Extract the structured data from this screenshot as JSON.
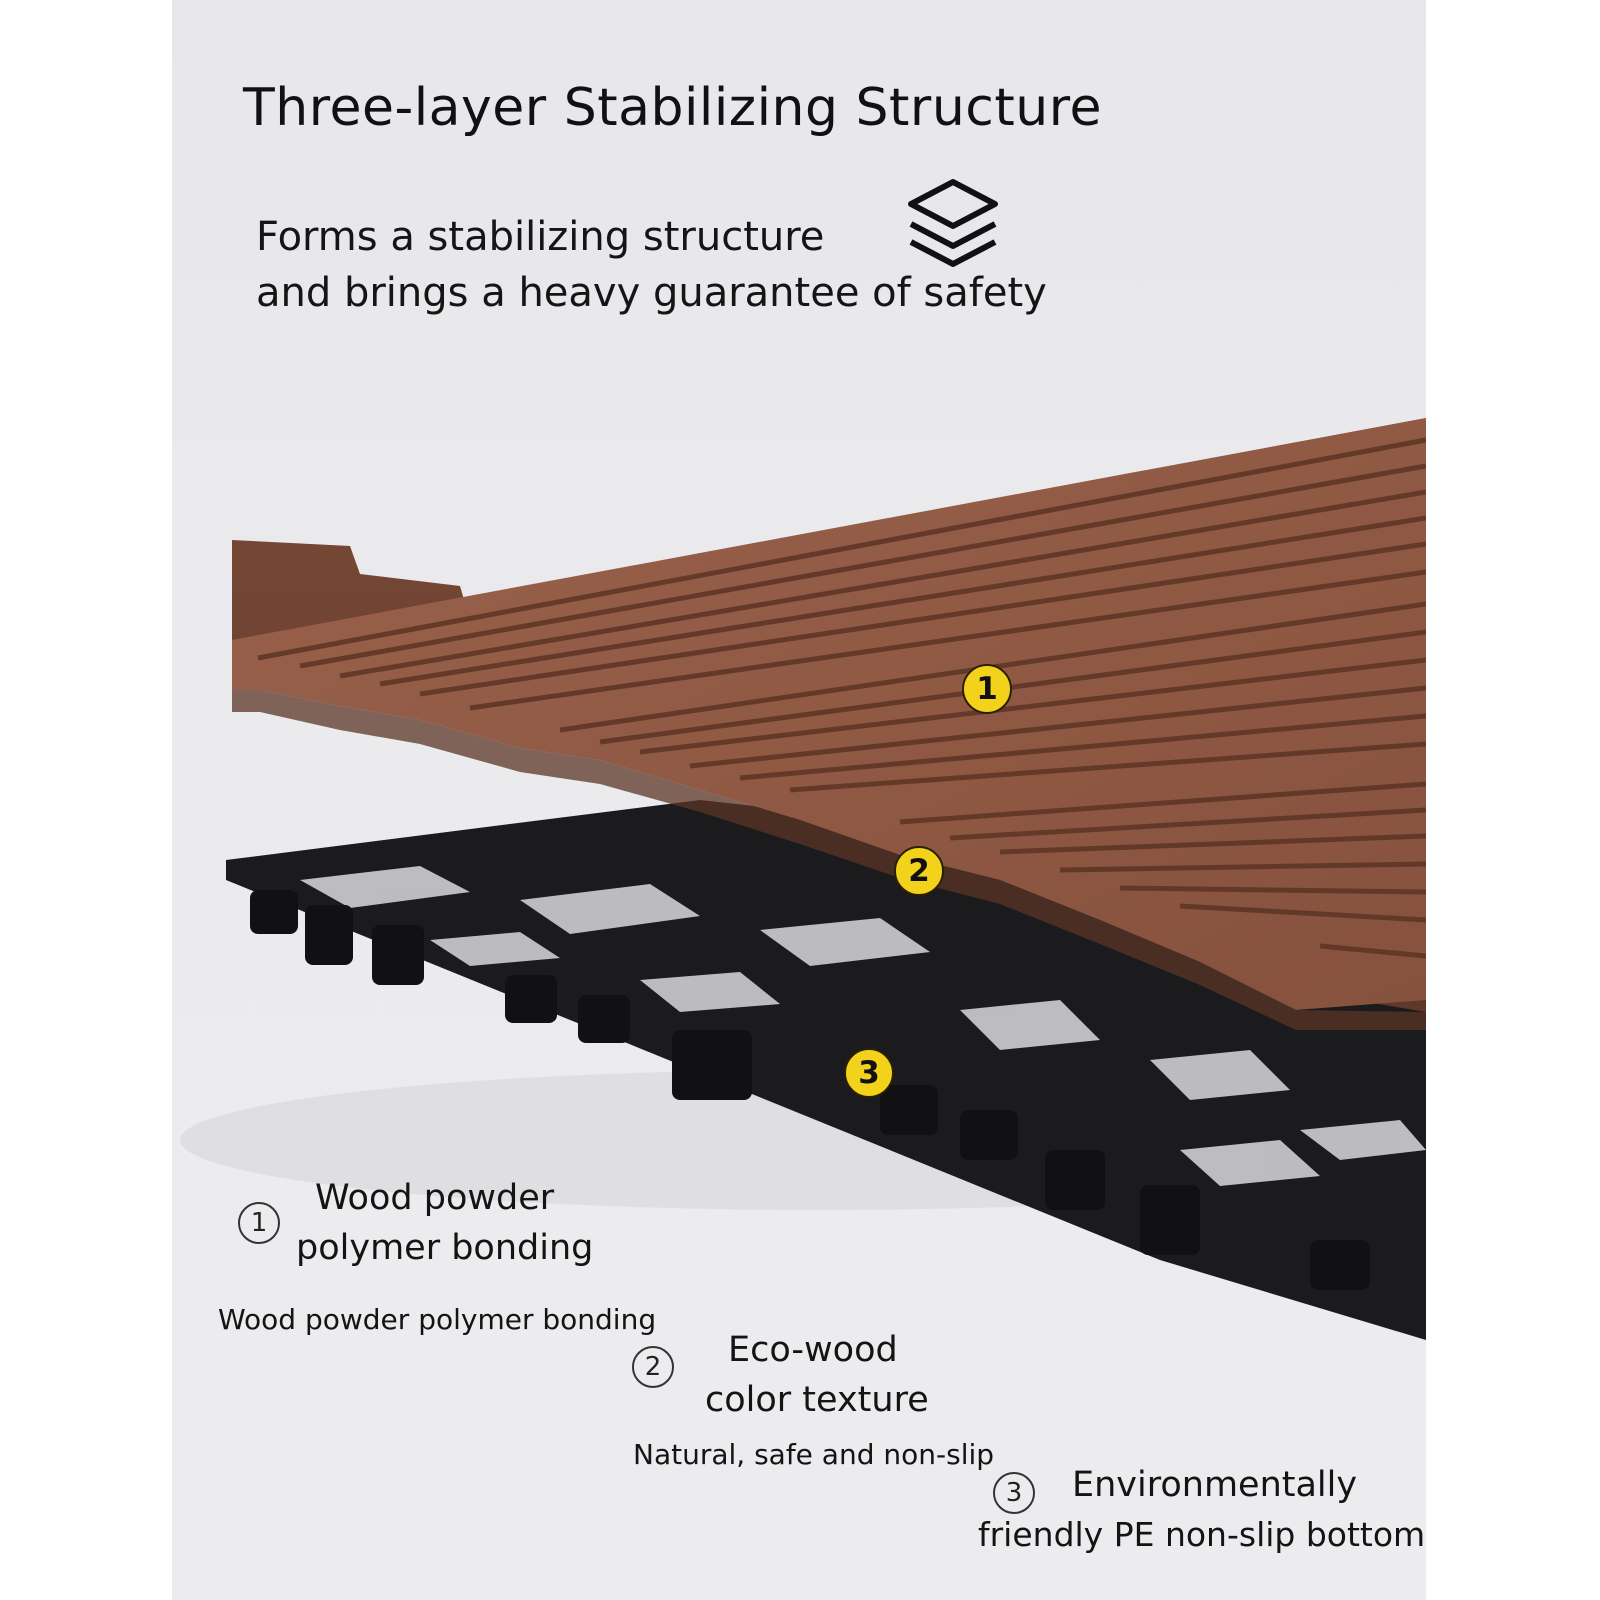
{
  "heading": {
    "title": "Three-layer Stabilizing Structure",
    "subtitle_line1": "Forms a stabilizing structure",
    "subtitle_line2": "and brings a heavy guarantee of safety",
    "icon": "layers-icon"
  },
  "markers": [
    {
      "number": "1"
    },
    {
      "number": "2"
    },
    {
      "number": "3"
    }
  ],
  "features": [
    {
      "number": "1",
      "title_line1": "Wood powder",
      "title_line2": "polymer bonding",
      "description": "Wood powder polymer bonding"
    },
    {
      "number": "2",
      "title_line1": "Eco-wood",
      "title_line2": "color texture",
      "description": "Natural, safe and non-slip"
    },
    {
      "number": "3",
      "title_line1": "Environmentally",
      "title_line2": "friendly PE non-slip bottom"
    }
  ],
  "colors": {
    "background": "#e9e9ec",
    "wood_top": "#8e5844",
    "wood_side": "#6f4232",
    "base": "#1b1b1d",
    "marker": "#f2d21a"
  }
}
